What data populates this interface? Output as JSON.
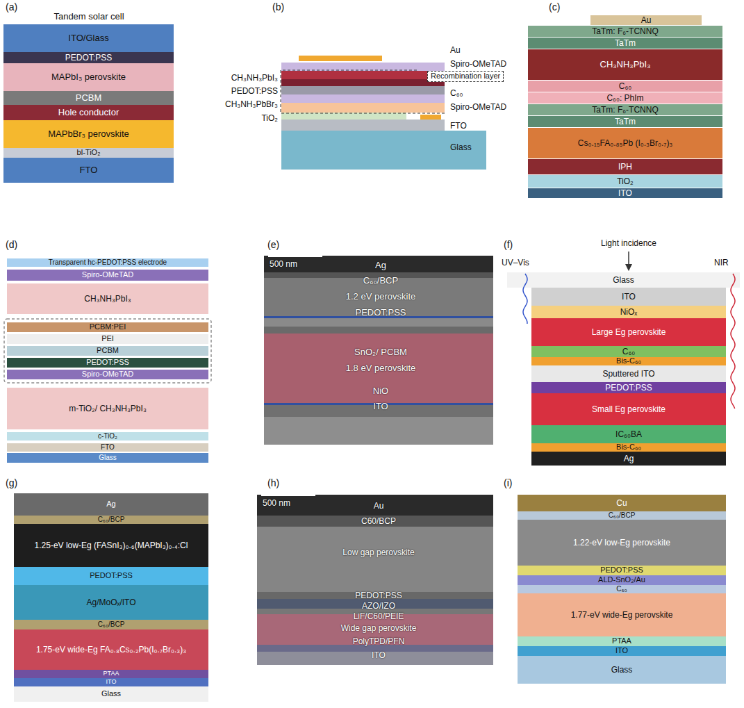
{
  "diagram": {
    "nodes": [
      {
        "text": [
          "ITO/Glass"
        ]
      },
      {
        "text": [
          "PEDOT:PSS"
        ]
      },
      {
        "text": [
          "MAPbI₃ perovskite"
        ]
      },
      {
        "text": [
          "PCBM"
        ]
      },
      {
        "text": [
          "Hole conductor"
        ]
      },
      {
        "text": [
          "MAPbBr₃ perovskite"
        ]
      },
      {
        "text": [
          "bl-TiO₂"
        ]
      },
      {
        "text": [
          "FTO"
        ]
      },
      {
        "text": [
          "Au"
        ]
      },
      {
        "text": [
          "Spiro-OMeTAD"
        ]
      },
      {
        "text": [
          "Recombination layer"
        ]
      },
      {
        "text": [
          "CH₃NH₃PbI₃"
        ]
      },
      {
        "text": [
          "C₆₀"
        ]
      },
      {
        "text": [
          "PEDOT:PSS"
        ]
      },
      {
        "text": [
          "Spiro-OMeTAD"
        ]
      },
      {
        "text": [
          "CH₃NH₃PbBr₃"
        ]
      },
      {
        "text": [
          "TiO₂"
        ]
      },
      {
        "text": [
          "FTO"
        ]
      },
      {
        "text": [
          "Glass"
        ]
      },
      {
        "text": [
          "Au"
        ]
      },
      {
        "text": [
          "TaTm: F₆-TCNNQ"
        ]
      },
      {
        "text": [
          "TaTm"
        ]
      },
      {
        "text": [
          "CH₃NH₃PbI₃"
        ]
      },
      {
        "text": [
          "C₆₀"
        ]
      },
      {
        "text": [
          "C₆₀: PhIm"
        ]
      },
      {
        "text": [
          "TaTm: F₆-TCNNQ"
        ]
      },
      {
        "text": [
          "TaTm"
        ]
      },
      {
        "text": [
          "Cs₀.₁₅FA₀.₈₅Pb (I₀.₃Br₀.₇)₃"
        ]
      },
      {
        "text": [
          "IPH"
        ]
      },
      {
        "text": [
          "TiO₂"
        ]
      },
      {
        "text": [
          "ITO"
        ]
      },
      {
        "text": [
          "Transparent hc-PEDOT:PSS electrode"
        ]
      },
      {
        "text": [
          "Spiro-OMeTAD"
        ]
      },
      {
        "text": [
          "CH₃NH₃PbI₃"
        ]
      },
      {
        "text": [
          "PCBM:PEI"
        ]
      },
      {
        "text": [
          "PEI"
        ]
      },
      {
        "text": [
          "PCBM"
        ]
      },
      {
        "text": [
          "PEDOT:PSS"
        ]
      },
      {
        "text": [
          "Spiro-OMeTAD"
        ]
      },
      {
        "text": [
          "m-TiO₂/ CH₃NH₃PbI₃"
        ]
      },
      {
        "text": [
          "c-TiO₂"
        ]
      },
      {
        "text": [
          "FTO"
        ]
      },
      {
        "text": [
          "Glass"
        ]
      },
      {
        "text": [
          "Glass"
        ]
      },
      {
        "text": [
          "ITO"
        ]
      },
      {
        "text": [
          "NiOₓ"
        ]
      },
      {
        "text": [
          "Large Eg perovskite"
        ]
      },
      {
        "text": [
          "C₆₀"
        ]
      },
      {
        "text": [
          "Bis-C₆₀"
        ]
      },
      {
        "text": [
          "Sputtered ITO"
        ]
      },
      {
        "text": [
          "PEDOT:PSS"
        ]
      },
      {
        "text": [
          "Small Eg perovskite"
        ]
      },
      {
        "text": [
          "IC₆₀BA"
        ]
      },
      {
        "text": [
          "Bis-C₆₀"
        ]
      },
      {
        "text": [
          "Ag"
        ]
      },
      {
        "text": [
          "Ag"
        ]
      },
      {
        "text": [
          "C₆₀/BCP"
        ]
      },
      {
        "text": [
          "1.25-eV low-Eg (FASnI₃)₀.₆(MAPbI₃)₀.₄:Cl"
        ]
      },
      {
        "text": [
          "PEDOT:PSS"
        ]
      },
      {
        "text": [
          "Ag/MoOₓ/ITO"
        ]
      },
      {
        "text": [
          "C₆₀/BCP"
        ]
      },
      {
        "text": [
          "1.75-eV wide-Eg FA₀.₈Cs₀.₂Pb(I₀.₇Br₀.₃)₃"
        ]
      },
      {
        "text": [
          "PTAA"
        ]
      },
      {
        "text": [
          "ITO"
        ]
      },
      {
        "text": [
          "Glass"
        ]
      },
      {
        "text": [
          "Cu"
        ]
      },
      {
        "text": [
          "C₆₀/BCP"
        ]
      },
      {
        "text": [
          "1.22-eV low-Eg perovskite"
        ]
      },
      {
        "text": [
          "PEDOT:PSS"
        ]
      },
      {
        "text": [
          "ALD-SnO₂/Au"
        ]
      },
      {
        "text": [
          "C₆₀"
        ]
      },
      {
        "text": [
          "1.77-eV wide-Eg perovskite"
        ]
      },
      {
        "text": [
          "PTAA"
        ]
      },
      {
        "text": [
          "ITO"
        ]
      },
      {
        "text": [
          "Glass"
        ]
      }
    ],
    "edges": [],
    "labels": [
      "(a)",
      "Tandem solar cell",
      "(b)",
      "(c)",
      "(d)",
      "(e)",
      "500 nm",
      "Ag",
      "C₆₀/BCP",
      "1.2 eV perovskite",
      "PEDOT:PSS",
      "SnO₂/ PCBM",
      "1.8 eV perovskite",
      "NiO",
      "ITO",
      "(f)",
      "Light incidence",
      "UV–Vis",
      "NIR",
      "(g)",
      "(h)",
      "500 nm",
      "Au",
      "C60/BCP",
      "Low gap perovskite",
      "PEDOT:PSS",
      "AZO/IZO",
      "LiF/C60/PEIE",
      "Wide gap perovskite",
      "PolyTPD/PFN",
      "ITO",
      "(i)"
    ]
  }
}
